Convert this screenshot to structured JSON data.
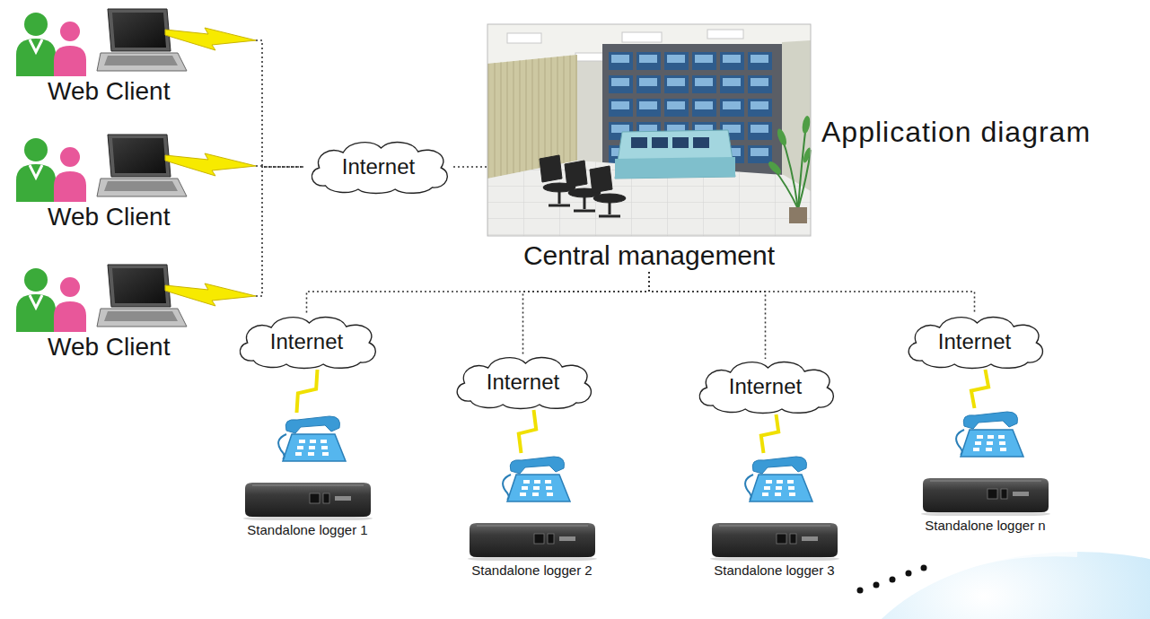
{
  "diagram": {
    "title": "Application diagram",
    "nodes": [
      {
        "text": [
          "Web Client"
        ]
      },
      {
        "text": [
          "Web Client"
        ]
      },
      {
        "text": [
          "Internet"
        ]
      },
      {
        "text": [
          "Central management"
        ]
      },
      {
        "text": [
          "Web Client"
        ]
      },
      {
        "text": [
          "Internet"
        ]
      },
      {
        "text": [
          "Internet"
        ]
      },
      {
        "text": [
          "Internet"
        ]
      },
      {
        "text": [
          "Internet"
        ]
      },
      {
        "text": [
          "Standalone logger 1"
        ]
      },
      {
        "text": [
          "Standalone logger 2"
        ]
      },
      {
        "text": [
          "Standalone logger 3"
        ]
      },
      {
        "text": [
          "Standalone logger n"
        ]
      }
    ],
    "edges": [
      {
        "from": 0,
        "to": 2,
        "arrow": "none"
      },
      {
        "from": 1,
        "to": 2,
        "arrow": "none"
      },
      {
        "from": 4,
        "to": 2,
        "arrow": "none"
      },
      {
        "from": 2,
        "to": 3,
        "arrow": "none"
      },
      {
        "from": 3,
        "to": 5,
        "arrow": "none"
      },
      {
        "from": 3,
        "to": 6,
        "arrow": "none"
      },
      {
        "from": 3,
        "to": 7,
        "arrow": "none"
      },
      {
        "from": 3,
        "to": 8,
        "arrow": "none"
      },
      {
        "from": 5,
        "to": 9,
        "arrow": "none"
      },
      {
        "from": 6,
        "to": 10,
        "arrow": "none"
      },
      {
        "from": 7,
        "to": 11,
        "arrow": "none"
      },
      {
        "from": 8,
        "to": 12,
        "arrow": "none"
      }
    ]
  }
}
